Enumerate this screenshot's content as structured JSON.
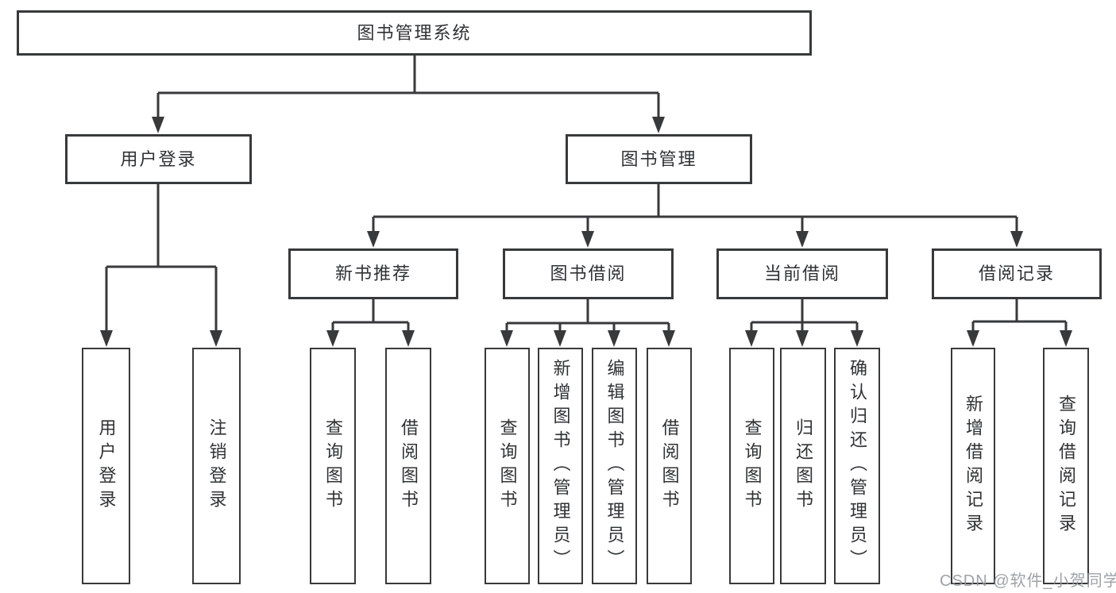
{
  "diagram_title": "图书管理系统",
  "nodes": {
    "root": "图书管理系统",
    "user_login": "用户登录",
    "book_mgmt": "图书管理",
    "new_book_rec": "新书推荐",
    "book_borrow": "图书借阅",
    "current_borrow": "当前借阅",
    "borrow_record": "借阅记录",
    "ul_login": "用户登录",
    "ul_logout": "注销登录",
    "nb_query_book": "查询图书",
    "nb_borrow_book": "借阅图书",
    "bb_query_book": "查询图书",
    "bb_add_book": "新增图书（管理员）",
    "bb_edit_book": "编辑图书（管理员）",
    "bb_borrow_book": "借阅图书",
    "cb_query_book": "查询图书",
    "cb_return_book": "归还图书",
    "cb_confirm_return": "确认归还（管理员）",
    "br_add_record": "新增借阅记录",
    "br_query_record": "查询借阅记录"
  },
  "watermark": {
    "text": "CSDN @软件_小贺同学"
  },
  "colors": {
    "line": "#38393b",
    "text": "#2f3235",
    "box_background": "#ffffff",
    "watermark": "#94989e",
    "background": "#ffffff"
  }
}
